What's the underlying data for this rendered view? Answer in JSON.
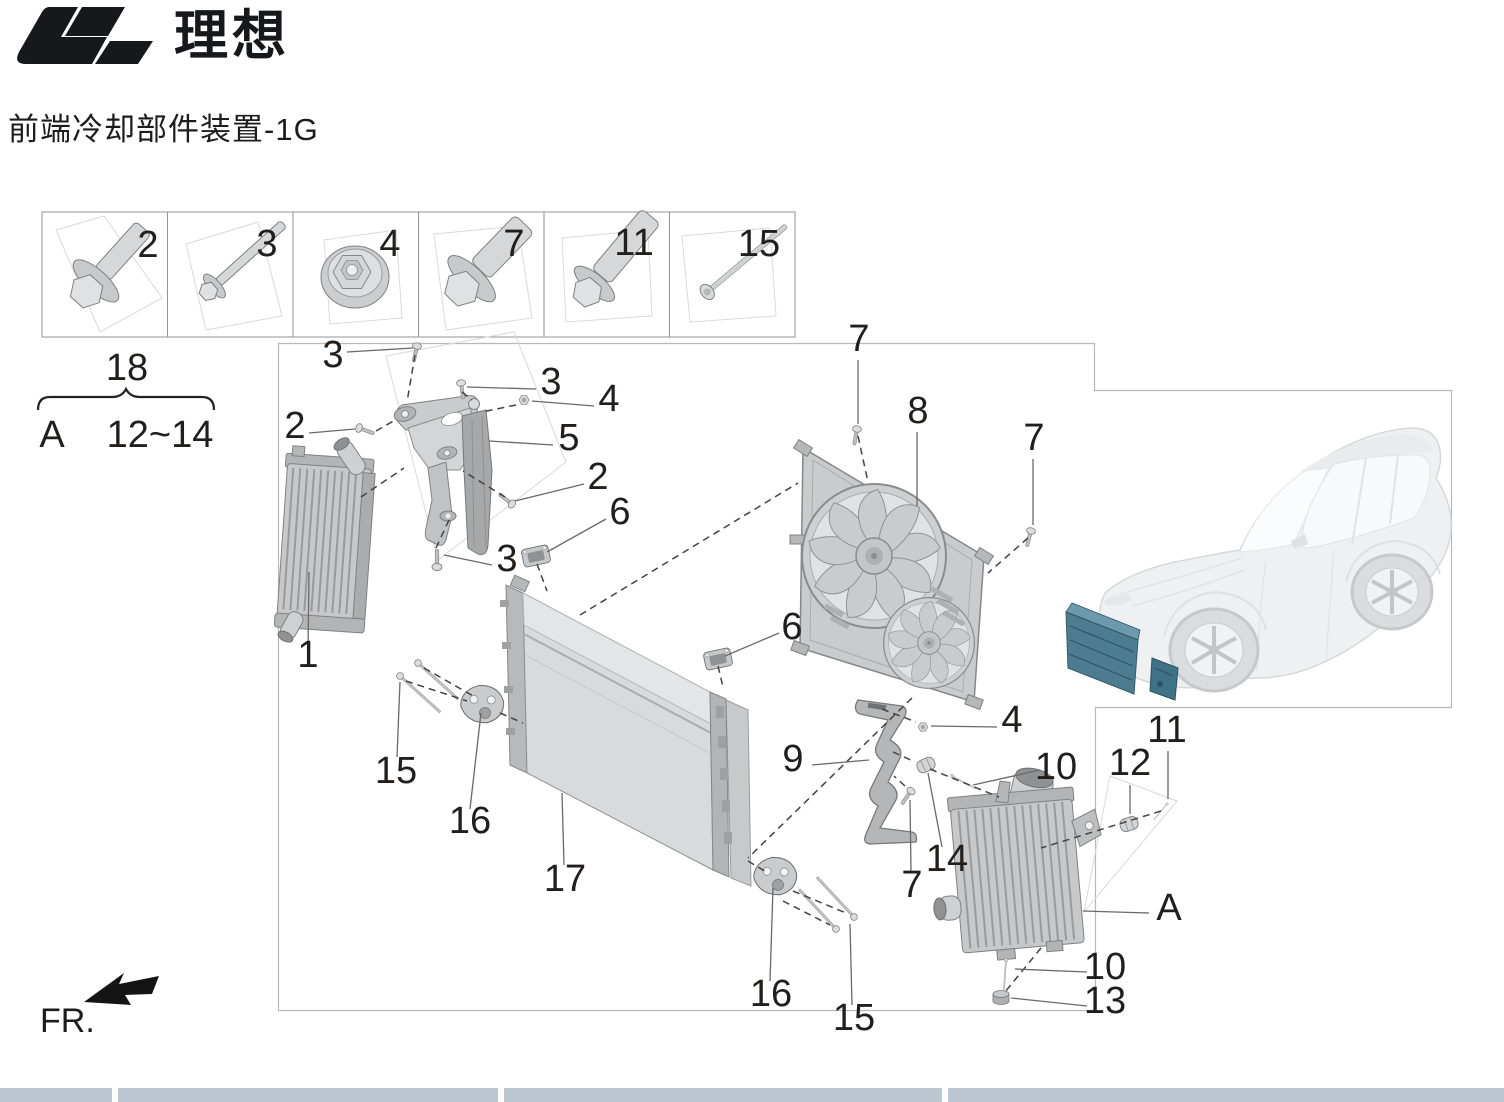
{
  "header": {
    "brand_name": "理想",
    "logo_icon": "li-auto-logo",
    "title": "前端冷却部件装置-1G"
  },
  "legend": {
    "boxes": [
      {
        "number": "2",
        "icon": "hex-flange-bolt"
      },
      {
        "number": "3",
        "icon": "long-hex-bolt"
      },
      {
        "number": "4",
        "icon": "flange-nut"
      },
      {
        "number": "7",
        "icon": "hex-washer-bolt"
      },
      {
        "number": "11",
        "icon": "hex-washer-bolt-long"
      },
      {
        "number": "15",
        "icon": "long-pin-screw"
      }
    ],
    "group": {
      "number": "18",
      "letter": "A",
      "range": "12~14"
    }
  },
  "diagram": {
    "direction_label": "FR.",
    "direction_icon": "thick-left-arrow",
    "callouts": [
      {
        "label": "3"
      },
      {
        "label": "3"
      },
      {
        "label": "4"
      },
      {
        "label": "2"
      },
      {
        "label": "5"
      },
      {
        "label": "2"
      },
      {
        "label": "6"
      },
      {
        "label": "3"
      },
      {
        "label": "1"
      },
      {
        "label": "7"
      },
      {
        "label": "8"
      },
      {
        "label": "7"
      },
      {
        "label": "6"
      },
      {
        "label": "4"
      },
      {
        "label": "9"
      },
      {
        "label": "10"
      },
      {
        "label": "12"
      },
      {
        "label": "11"
      },
      {
        "label": "14"
      },
      {
        "label": "7"
      },
      {
        "label": "15"
      },
      {
        "label": "16"
      },
      {
        "label": "17"
      },
      {
        "label": "16"
      },
      {
        "label": "15"
      },
      {
        "label": "A"
      },
      {
        "label": "10"
      },
      {
        "label": "13"
      }
    ]
  },
  "vehicle": {
    "highlight_color": "#44768c"
  },
  "footer": {
    "segments": 4,
    "bar_color": "#bdc7d1"
  },
  "colors": {
    "text": "#221e1b",
    "leader_line": "#6b6866",
    "legend_border": "#8f959b",
    "diagram_border": "#b5b9bd",
    "part_gray": "#c9cbcd",
    "highlight_teal": "#44768c"
  }
}
